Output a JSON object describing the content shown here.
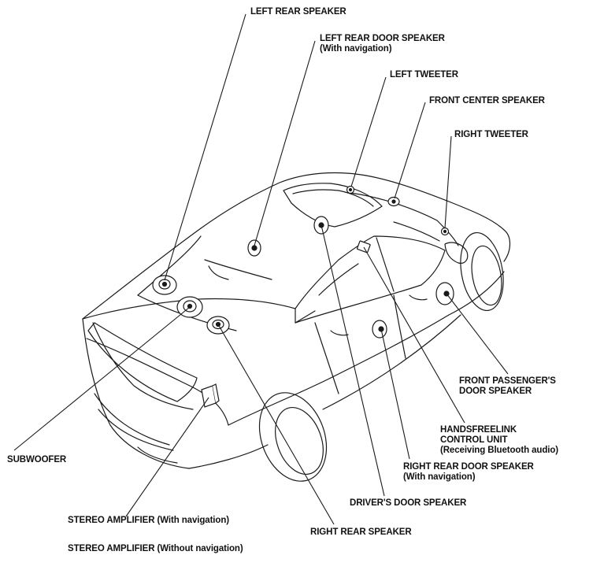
{
  "labels": {
    "left_rear_speaker": "LEFT REAR SPEAKER",
    "left_rear_door_speaker": [
      "LEFT REAR DOOR SPEAKER",
      "(With navigation)"
    ],
    "left_tweeter": "LEFT TWEETER",
    "front_center_speaker": "FRONT CENTER SPEAKER",
    "right_tweeter": "RIGHT TWEETER",
    "front_passenger_door_speaker": [
      "FRONT PASSENGER'S",
      "DOOR SPEAKER"
    ],
    "handsfreelink_control_unit": [
      "HANDSFREELINK",
      "CONTROL UNIT",
      "(Receiving Bluetooth audio)"
    ],
    "right_rear_door_speaker": [
      "RIGHT REAR DOOR SPEAKER",
      "(With navigation)"
    ],
    "drivers_door_speaker": "DRIVER'S DOOR SPEAKER",
    "subwoofer": "SUBWOOFER",
    "stereo_amplifier_with_nav": "STEREO AMPLIFIER (With navigation)",
    "stereo_amplifier_without_nav": "STEREO AMPLIFIER (Without navigation)",
    "right_rear_speaker": "RIGHT REAR SPEAKER"
  },
  "colors": {
    "line": "#1a1a1a",
    "background": "#ffffff"
  }
}
